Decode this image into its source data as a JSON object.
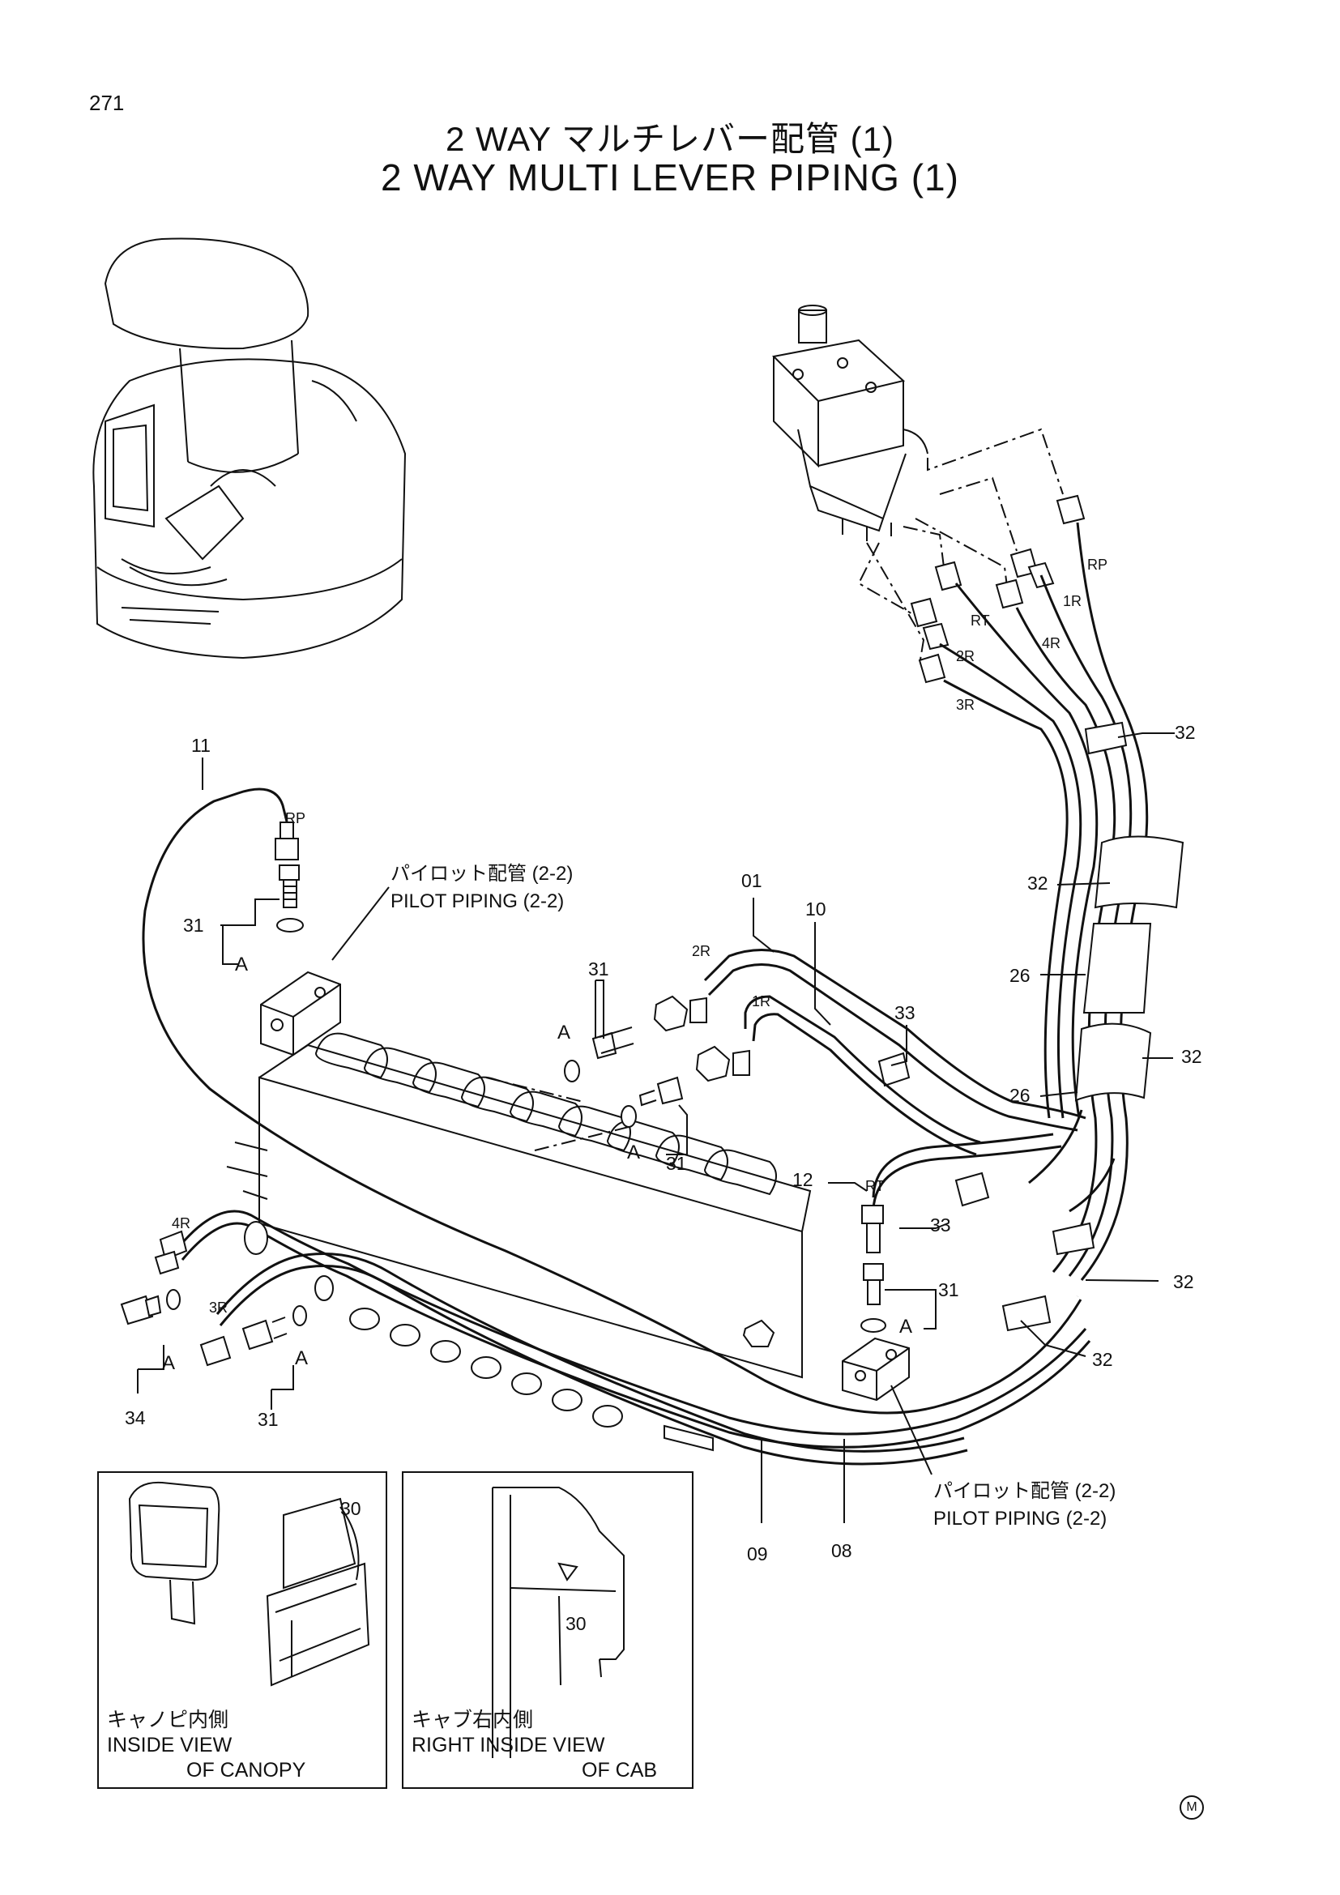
{
  "page": {
    "number": "271"
  },
  "title": {
    "jp": "2 WAY マルチレバー配管 (1)",
    "en": "2 WAY MULTI LEVER PIPING (1)"
  },
  "callouts": [
    {
      "name": "callout-11",
      "text": "11"
    },
    {
      "name": "callout-31-upper-left",
      "text": "31"
    },
    {
      "name": "callout-01",
      "text": "01"
    },
    {
      "name": "callout-10",
      "text": "10"
    },
    {
      "name": "callout-31-center-upper",
      "text": "31"
    },
    {
      "name": "callout-31-center-lower",
      "text": "31"
    },
    {
      "name": "callout-33-upper",
      "text": "33"
    },
    {
      "name": "callout-33-lower",
      "text": "33"
    },
    {
      "name": "callout-12",
      "text": "12"
    },
    {
      "name": "callout-31-right",
      "text": "31"
    },
    {
      "name": "callout-32-top",
      "text": "32"
    },
    {
      "name": "callout-32-mid",
      "text": "32"
    },
    {
      "name": "callout-26-upper",
      "text": "26"
    },
    {
      "name": "callout-32-right",
      "text": "32"
    },
    {
      "name": "callout-26-lower",
      "text": "26"
    },
    {
      "name": "callout-32-lower",
      "text": "32"
    },
    {
      "name": "callout-32-bottom",
      "text": "32"
    },
    {
      "name": "callout-34",
      "text": "34"
    },
    {
      "name": "callout-31-bottom",
      "text": "31"
    },
    {
      "name": "callout-09",
      "text": "09"
    },
    {
      "name": "callout-08",
      "text": "08"
    },
    {
      "name": "callout-30-canopy",
      "text": "30"
    },
    {
      "name": "callout-30-cab",
      "text": "30"
    }
  ],
  "port_labels": [
    {
      "name": "port-rp-lever",
      "text": "RP"
    },
    {
      "name": "port-1r-lever",
      "text": "1R"
    },
    {
      "name": "port-4r-lever",
      "text": "4R"
    },
    {
      "name": "port-rt-lever",
      "text": "RT"
    },
    {
      "name": "port-2r-lever",
      "text": "2R"
    },
    {
      "name": "port-3r-lever",
      "text": "3R"
    },
    {
      "name": "port-rp-left",
      "text": "RP"
    },
    {
      "name": "port-2r-valve",
      "text": "2R"
    },
    {
      "name": "port-1r-valve",
      "text": "1R"
    },
    {
      "name": "port-rt-right",
      "text": "RT"
    },
    {
      "name": "port-4r-valve",
      "text": "4R"
    },
    {
      "name": "port-3r-valve",
      "text": "3R"
    }
  ],
  "detail_marks": [
    {
      "name": "detail-a-upper-left",
      "text": "A"
    },
    {
      "name": "detail-a-center-upper",
      "text": "A"
    },
    {
      "name": "detail-a-center-lower",
      "text": "A"
    },
    {
      "name": "detail-a-right",
      "text": "A"
    },
    {
      "name": "detail-a-bottom-left",
      "text": "A"
    },
    {
      "name": "detail-a-bottom-mid",
      "text": "A"
    }
  ],
  "notes": {
    "pilot_upper": {
      "jp": "パイロット配管 (2-2)",
      "en": "PILOT PIPING (2-2)"
    },
    "pilot_lower": {
      "jp": "パイロット配管 (2-2)",
      "en": "PILOT PIPING (2-2)"
    }
  },
  "insets": {
    "canopy": {
      "jp": "キャノピ内側",
      "en1": "INSIDE VIEW",
      "en2": "OF CANOPY"
    },
    "cab": {
      "jp": "キャブ右内側",
      "en1": "RIGHT INSIDE VIEW",
      "en2": "OF CAB"
    }
  },
  "footer_mark": "M"
}
